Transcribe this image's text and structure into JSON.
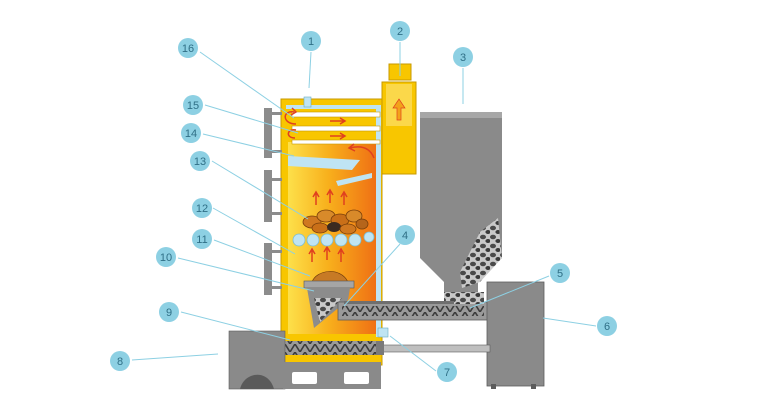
{
  "callouts": [
    "1",
    "2",
    "3",
    "4",
    "5",
    "6",
    "7",
    "8",
    "9",
    "10",
    "11",
    "12",
    "13",
    "14",
    "15",
    "16"
  ],
  "colors": {
    "callout_fill": "#8dd0e3",
    "callout_text": "#2f6f86",
    "leader_line": "#8dd0e3",
    "boiler_body": "#f8c600",
    "hot_core": "#f07a18",
    "steel_grey": "#777777",
    "hopper_grey": "#8a8a8a",
    "water_tube": "#bfe4f3",
    "flame_arrow": "#e0401f",
    "fuel_pellet": "#d07820"
  }
}
